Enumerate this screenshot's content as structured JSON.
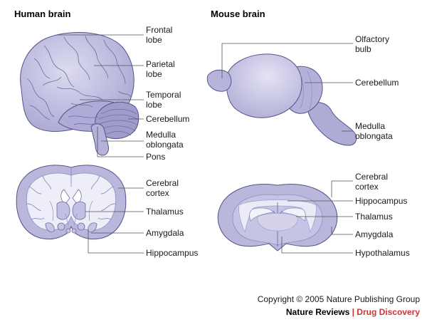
{
  "headings": {
    "human": "Human brain",
    "mouse": "Mouse brain"
  },
  "labels": {
    "human_side": {
      "frontal": [
        "Frontal",
        "lobe"
      ],
      "parietal": [
        "Parietal",
        "lobe"
      ],
      "temporal": [
        "Temporal",
        "lobe"
      ],
      "cerebellum": "Cerebellum",
      "medulla": [
        "Medulla",
        "oblongata"
      ],
      "pons": "Pons"
    },
    "human_coronal": {
      "cortex": [
        "Cerebral",
        "cortex"
      ],
      "thalamus": "Thalamus",
      "amygdala": "Amygdala",
      "hippocampus": "Hippocampus"
    },
    "mouse_side": {
      "olfactory": [
        "Olfactory",
        "bulb"
      ],
      "cerebellum": "Cerebellum",
      "medulla": [
        "Medulla",
        "oblongata"
      ]
    },
    "mouse_coronal": {
      "cortex": [
        "Cerebral",
        "cortex"
      ],
      "hippocampus": "Hippocampus",
      "thalamus": "Thalamus",
      "amygdala": "Amygdala",
      "hypothalamus": "Hypothalamus"
    }
  },
  "credit": {
    "copyright": "Copyright © 2005 Nature Publishing Group",
    "journal": "Nature Reviews",
    "separator": "|",
    "section": "Drug Discovery"
  },
  "colors": {
    "tissue": "#b9b7dc",
    "tissue_dark": "#8f8cc0",
    "tissue_light": "#e6e6f3",
    "outline": "#55538a",
    "leader": "#555555",
    "accent": "#cc3333"
  }
}
